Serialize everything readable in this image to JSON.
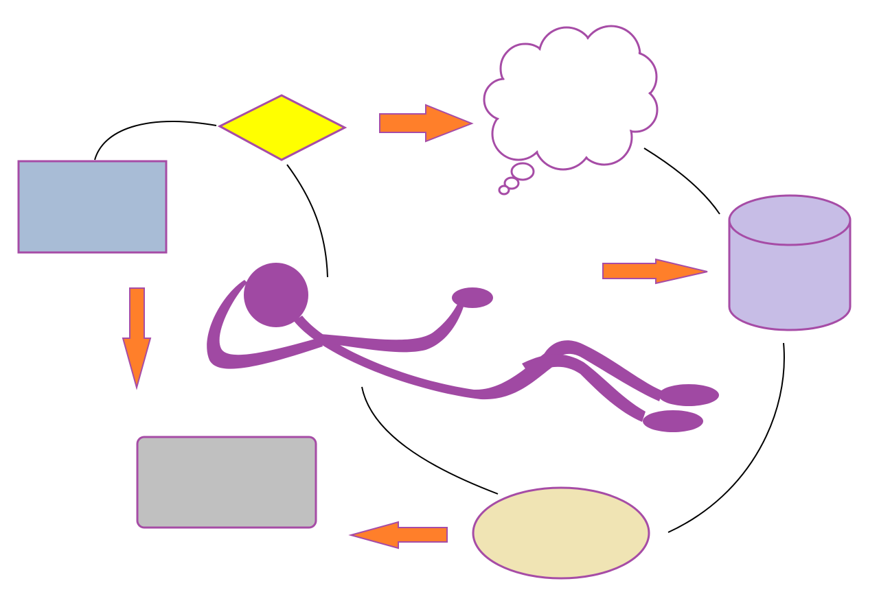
{
  "colors": {
    "background": "#ffffff",
    "outline": "#a64ca6",
    "connector": "#000000",
    "arrow_fill": "#ff7f2a",
    "arrow_stroke": "#a64ca6",
    "rectangle_fill": "#a8bcd6",
    "diamond_fill": "#ffff00",
    "cloud_fill": "#ffffff",
    "cylinder_fill": "#c7bde6",
    "ellipse_fill": "#f0e4b4",
    "rounded_rect_fill": "#c0c0c0",
    "figure_fill": "#a049a3"
  },
  "diagram": {
    "nodes": [
      {
        "id": "rectangle",
        "shape": "rectangle"
      },
      {
        "id": "diamond",
        "shape": "diamond"
      },
      {
        "id": "cloud",
        "shape": "thought-cloud"
      },
      {
        "id": "cylinder",
        "shape": "cylinder"
      },
      {
        "id": "ellipse",
        "shape": "ellipse"
      },
      {
        "id": "rounded-rect",
        "shape": "rounded-rectangle"
      },
      {
        "id": "figure",
        "shape": "reclining-person"
      }
    ],
    "arrows": [
      {
        "direction": "right",
        "from": "diamond",
        "to": "cloud"
      },
      {
        "direction": "right",
        "to": "cylinder"
      },
      {
        "direction": "down",
        "from": "rectangle",
        "to": "rounded-rect"
      },
      {
        "direction": "left",
        "from": "ellipse",
        "to": "rounded-rect"
      }
    ],
    "connectors": [
      {
        "from": "rectangle",
        "to": "diamond"
      },
      {
        "from": "diamond",
        "to": "figure"
      },
      {
        "from": "cloud",
        "to": "cylinder"
      },
      {
        "from": "cylinder",
        "to": "ellipse"
      },
      {
        "from": "figure",
        "to": "ellipse"
      }
    ]
  }
}
